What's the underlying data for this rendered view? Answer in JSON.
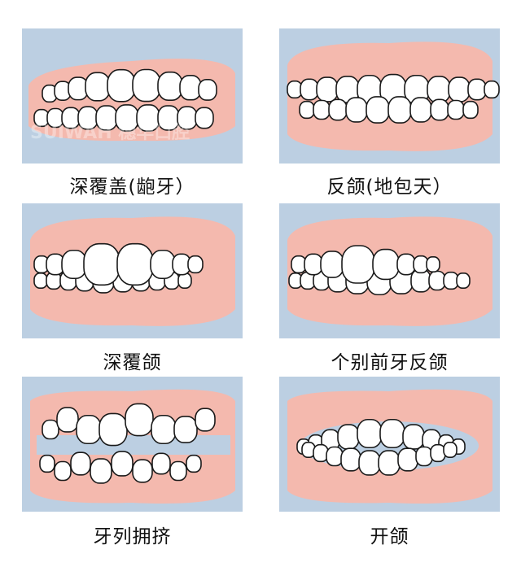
{
  "watermark": "SUIWAH 穗华口腔",
  "colors": {
    "background": "#bccfe2",
    "gum": "#f4b9ae",
    "tooth": "#ffffff",
    "outline": "#1a1a1a"
  },
  "cards": [
    {
      "label": "深覆盖(龅牙）",
      "type": "overjet"
    },
    {
      "label": "反颌(地包天）",
      "type": "underbite"
    },
    {
      "label": "深覆颌",
      "type": "deepbite"
    },
    {
      "label": "个别前牙反颌",
      "type": "single-crossbite"
    },
    {
      "label": "牙列拥挤",
      "type": "crowding"
    },
    {
      "label": "开颌",
      "type": "openbite"
    }
  ]
}
